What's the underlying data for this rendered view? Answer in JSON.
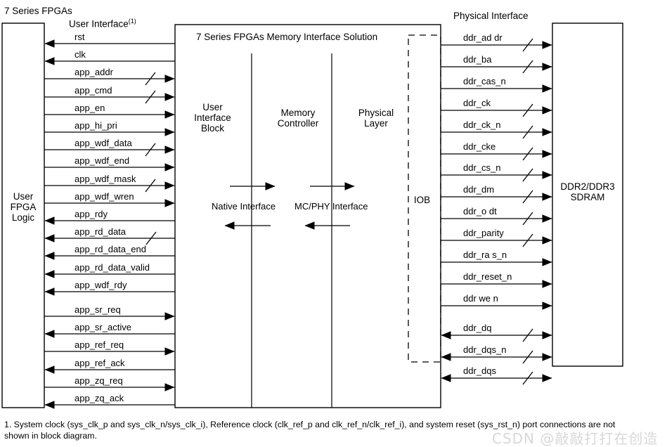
{
  "diagram": {
    "top_left_title": "7 Series FPGAs",
    "user_interface_heading": "User Interface",
    "user_interface_footnote_marker": "(1)",
    "physical_interface_heading": "Physical Interface",
    "mis_title": "7 Series FPGAs Memory Interface Solution",
    "blocks": {
      "user_fpga_logic": "User\nFPGA\nLogic",
      "user_interface_block": "User\nInterface\nBlock",
      "memory_controller": "Memory\nController",
      "physical_layer": "Physical\nLayer",
      "iob": "IOB",
      "sdram": "DDR2/DDR3\nSDRAM"
    },
    "interface_labels": {
      "native": "Native Interface",
      "mc_phy": "MC/PHY Interface"
    },
    "user_signals": [
      {
        "name": "rst",
        "dir": "left",
        "bus": false
      },
      {
        "name": "clk",
        "dir": "left",
        "bus": false
      },
      {
        "name": "app_addr",
        "dir": "right",
        "bus": true
      },
      {
        "name": "app_cmd",
        "dir": "right",
        "bus": true
      },
      {
        "name": "app_en",
        "dir": "right",
        "bus": false
      },
      {
        "name": "app_hi_pri",
        "dir": "right",
        "bus": false
      },
      {
        "name": "app_wdf_data",
        "dir": "right",
        "bus": true
      },
      {
        "name": "app_wdf_end",
        "dir": "right",
        "bus": false
      },
      {
        "name": "app_wdf_mask",
        "dir": "right",
        "bus": true
      },
      {
        "name": "app_wdf_wren",
        "dir": "right",
        "bus": false
      },
      {
        "name": "app_rdy",
        "dir": "left",
        "bus": false
      },
      {
        "name": "app_rd_data",
        "dir": "left",
        "bus": true
      },
      {
        "name": "app_rd_data_end",
        "dir": "left",
        "bus": false
      },
      {
        "name": "app_rd_data_valid",
        "dir": "left",
        "bus": false
      },
      {
        "name": "app_wdf_rdy",
        "dir": "left",
        "bus": false
      },
      {
        "name": "app_sr_req",
        "dir": "right",
        "bus": false
      },
      {
        "name": "app_sr_active",
        "dir": "left",
        "bus": false
      },
      {
        "name": "app_ref_req",
        "dir": "right",
        "bus": false
      },
      {
        "name": "app_ref_ack",
        "dir": "left",
        "bus": false
      },
      {
        "name": "app_zq_req",
        "dir": "right",
        "bus": false
      },
      {
        "name": "app_zq_ack",
        "dir": "left",
        "bus": false
      }
    ],
    "ddr_signals": [
      {
        "name": "ddr_ad dr",
        "dir": "right",
        "bus": true
      },
      {
        "name": "ddr_ba",
        "dir": "right",
        "bus": true
      },
      {
        "name": "ddr_cas_n",
        "dir": "right",
        "bus": false
      },
      {
        "name": "ddr_ck",
        "dir": "right",
        "bus": true
      },
      {
        "name": "ddr_ck_n",
        "dir": "right",
        "bus": true
      },
      {
        "name": "ddr_cke",
        "dir": "right",
        "bus": true
      },
      {
        "name": "ddr_cs_n",
        "dir": "right",
        "bus": true
      },
      {
        "name": "ddr_dm",
        "dir": "right",
        "bus": true
      },
      {
        "name": "ddr_o dt",
        "dir": "right",
        "bus": true
      },
      {
        "name": "ddr_parity",
        "dir": "right",
        "bus": true
      },
      {
        "name": "ddr_ra s_n",
        "dir": "right",
        "bus": false
      },
      {
        "name": "ddr_reset_n",
        "dir": "right",
        "bus": false
      },
      {
        "name": "ddr we n",
        "dir": "right",
        "bus": false
      },
      {
        "name": "ddr_dq",
        "dir": "both",
        "bus": true
      },
      {
        "name": "ddr_dqs_n",
        "dir": "both",
        "bus": true
      },
      {
        "name": "ddr_dqs",
        "dir": "both",
        "bus": true
      }
    ],
    "footnote": "1. System clock (sys_clk_p and sys_clk_n/sys_clk_i), Reference clock (clk_ref_p and clk_ref_n/clk_ref_i), and system reset (sys_rst_n) port connections are not shown in block diagram.",
    "watermark": "CSDN @敲敲打打在创造",
    "colors": {
      "line": "#000000",
      "background": "#ffffff",
      "watermark": "#d8d8d8"
    }
  }
}
